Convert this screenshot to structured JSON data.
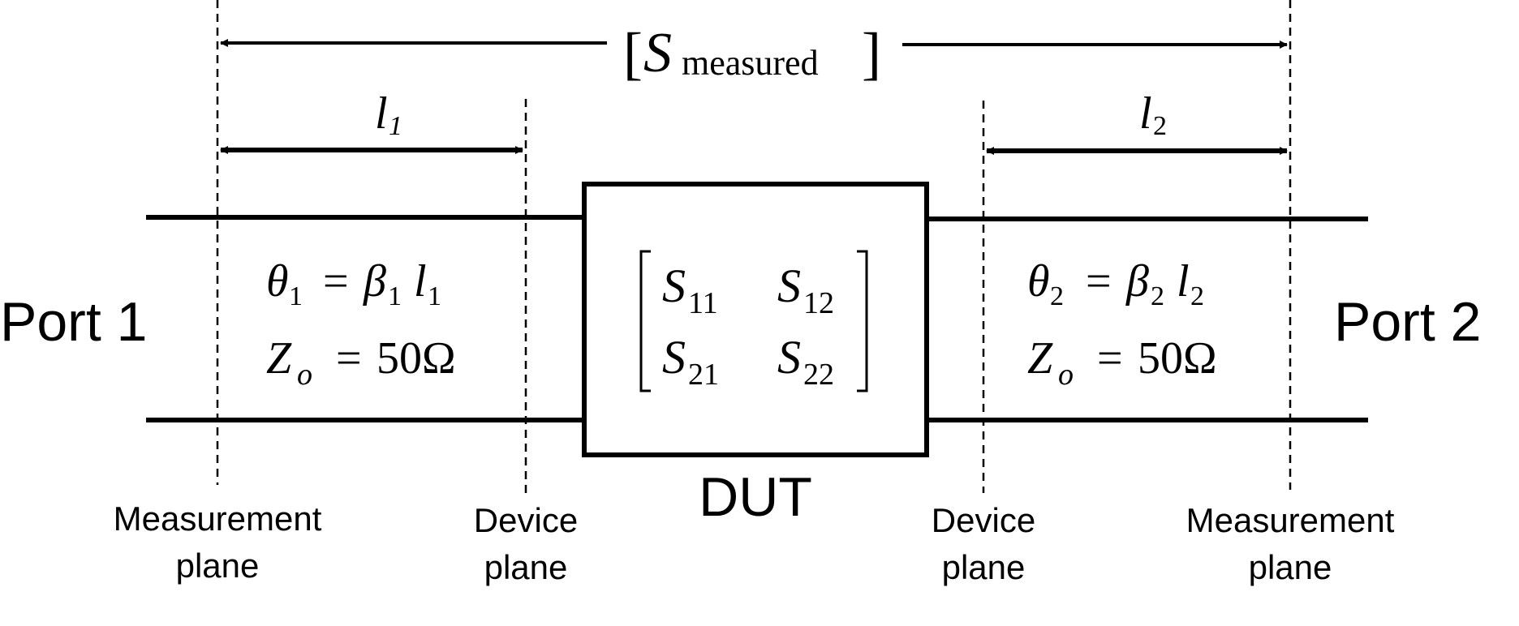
{
  "diagram": {
    "measured_label": {
      "bracket_open": "[",
      "symbol": "S",
      "subscript": "measured",
      "bracket_close": "]"
    },
    "l1_label": {
      "symbol": "l",
      "subscript": "1"
    },
    "l2_label": {
      "symbol": "l",
      "subscript": "2"
    },
    "left_line": {
      "theta": "θ",
      "theta_sub": "1",
      "eq": "=",
      "beta": "β",
      "beta_sub": "1",
      "l": "l",
      "l_sub": "1",
      "z": "Z",
      "z_sub": "o",
      "z_eq": "=",
      "z_value": "50Ω"
    },
    "right_line": {
      "theta": "θ",
      "theta_sub": "2",
      "eq": "=",
      "beta": "β",
      "beta_sub": "2",
      "l": "l",
      "l_sub": "2",
      "z": "Z",
      "z_sub": "o",
      "z_eq": "=",
      "z_value": "50Ω"
    },
    "matrix": {
      "s11": {
        "s": "S",
        "sub": "11"
      },
      "s12": {
        "s": "S",
        "sub": "12"
      },
      "s21": {
        "s": "S",
        "sub": "21"
      },
      "s22": {
        "s": "S",
        "sub": "22"
      }
    },
    "port1": "Port 1",
    "port2": "Port 2",
    "dut": "DUT",
    "left_measurement_plane": [
      "Measurement",
      "plane"
    ],
    "left_device_plane": [
      "Device",
      "plane"
    ],
    "right_device_plane": [
      "Device",
      "plane"
    ],
    "right_measurement_plane": [
      "Measurement",
      "plane"
    ]
  }
}
